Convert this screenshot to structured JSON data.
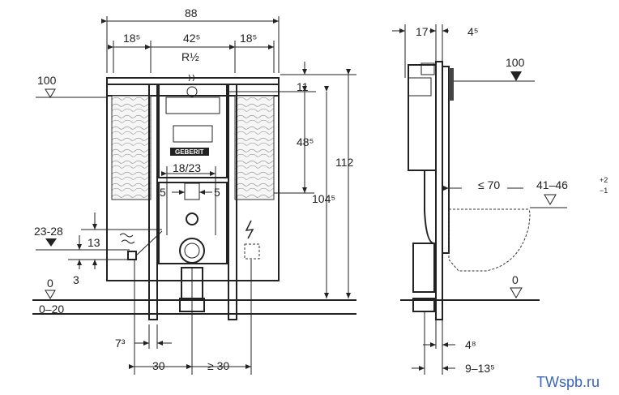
{
  "front_view": {
    "width_total": "88",
    "width_side_left": "18⁵",
    "width_center": "42⁵",
    "width_side_right": "18⁵",
    "thread_label": "R½",
    "level_top": "100",
    "dim_11": "11",
    "dim_48": "48⁵",
    "dim_112": "112",
    "dim_104": "104⁵",
    "dim_18_23": "18/23",
    "dim_5_left": "5",
    "dim_5_right": "5",
    "level_23_28": "23-28",
    "dim_13": "13",
    "dim_3": "3",
    "level_0": "0",
    "level_0_20": "0–20",
    "dim_7": "7³",
    "dim_30": "30",
    "dim_ge30": "≥ 30",
    "brand_logo": "GEBERIT"
  },
  "side_view": {
    "dim_17": "17",
    "dim_4_5": "4⁵",
    "level_top": "100",
    "dim_le70": "≤ 70",
    "dim_41_46": "41–46",
    "dim_41_46_sup": "+2",
    "dim_41_46_sub": "−1",
    "level_0": "0",
    "dim_4_8": "4⁸",
    "dim_9_13": "9–13⁵"
  },
  "watermark": "TWspb.ru"
}
